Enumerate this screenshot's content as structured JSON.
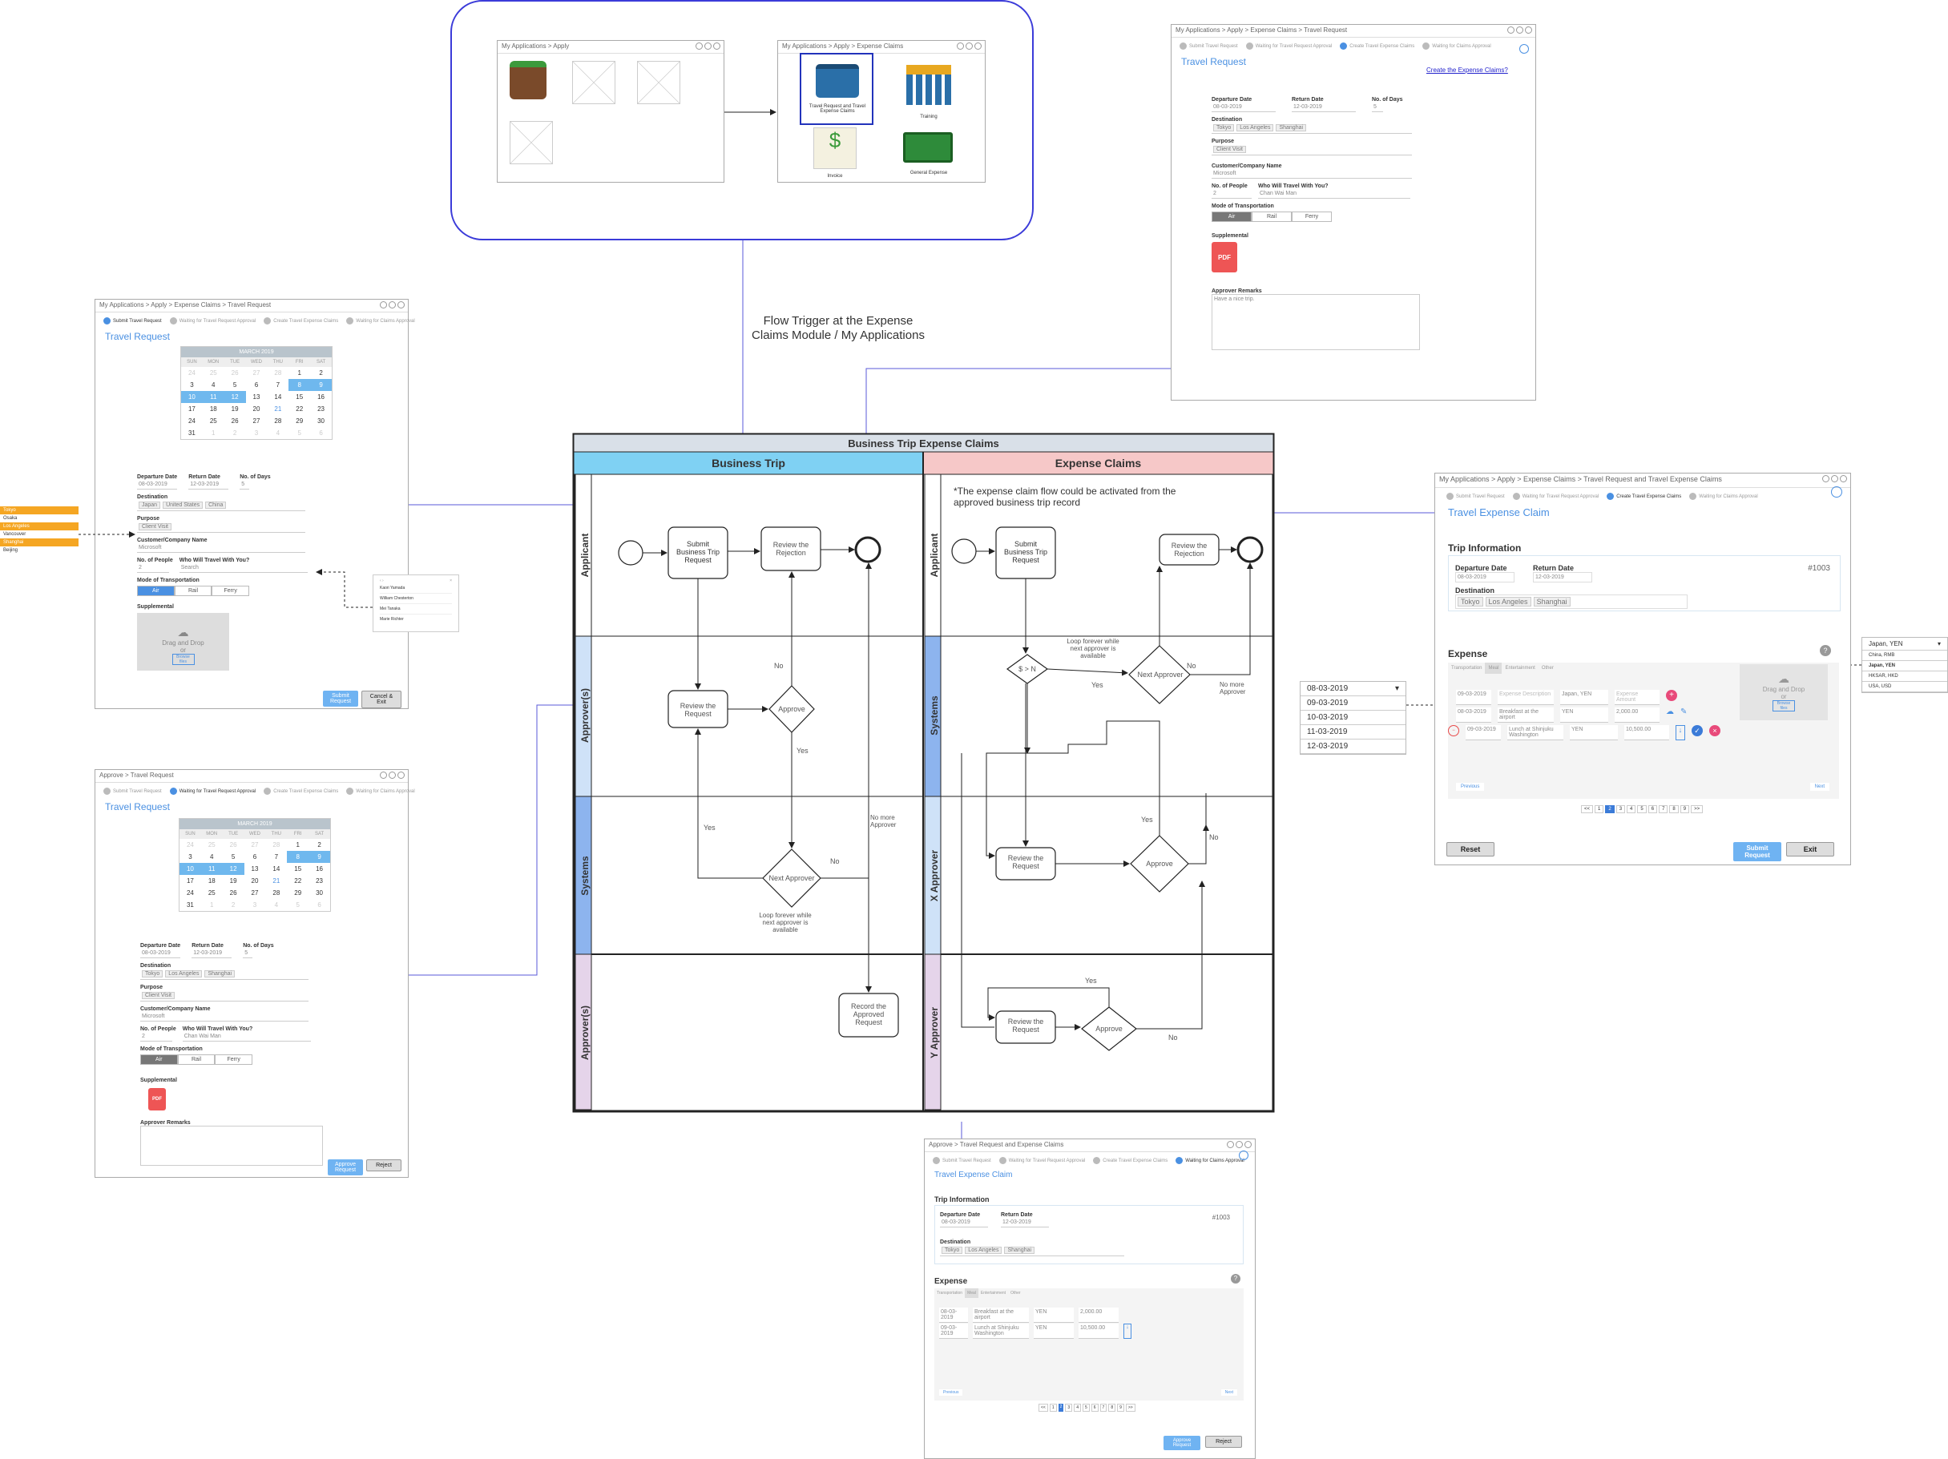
{
  "diagram": {
    "title": "Business Trip Expense Claims",
    "col_left": "Business Trip",
    "col_right": "Expense Claims",
    "note": "*The expense claim flow could be activated from the approved business trip record",
    "flow_trigger": "Flow Trigger at the Expense Claims Module / My Applications",
    "left_lanes": [
      "Applicant",
      "Approver(s)",
      "Systems",
      "Approver(s)"
    ],
    "right_lanes": [
      "Applicant",
      "Systems",
      "X Approver",
      "Y Approver"
    ],
    "left_nodes": {
      "submit": "Submit Business Trip Request",
      "review_rej": "Review the Rejection",
      "review_req": "Review the Request",
      "approve": "Approve",
      "next_app": "Next Approver",
      "record": "Record the Approved Request",
      "loop": "Loop forever while next approver is available"
    },
    "right_nodes": {
      "submit": "Submit Business Trip Request",
      "review_rej": "Review the Rejection",
      "dollar": "$ > N",
      "next_app": "Next Approver",
      "loop": "Loop forever while next approver is available",
      "x_review": "Review the Request",
      "x_approve": "Approve",
      "y_review": "Review the Request",
      "y_approve": "Approve"
    },
    "labels": {
      "no": "No",
      "yes": "Yes",
      "no_more": "No more Approver"
    }
  },
  "apply_group": {
    "left_crumb": "My Applications > Apply",
    "right_crumb": "My Applications > Apply > Expense Claims",
    "items": [
      "Travel Request and Travel Expense Claims",
      "Training",
      "Invoice",
      "General Expense"
    ]
  },
  "steps": [
    "Submit Travel Request",
    "Waiting for Travel Request Approval",
    "Create Travel Expense Claims",
    "Waiting for Claims Approval"
  ],
  "top_form": {
    "crumb": "My Applications > Apply > Expense Claims > Travel Request",
    "title": "Travel Request",
    "link": "Create the Expense Claims?",
    "dep_label": "Departure Date",
    "dep": "08-03-2019",
    "ret_label": "Return Date",
    "ret": "12-03-2019",
    "days_label": "No. of Days",
    "days": "5",
    "dest_label": "Destination",
    "dest": [
      "Tokyo",
      "Los Angeles",
      "Shanghai"
    ],
    "purpose_label": "Purpose",
    "purpose": "Client Visit",
    "cust_label": "Customer/Company Name",
    "cust": "Microsoft",
    "people_label": "No. of People",
    "people": "2",
    "who_label": "Who Will Travel With You?",
    "who": "Chan Wai Man",
    "mode_label": "Mode of Transportation",
    "modes": [
      "Air",
      "Rail",
      "Ferry"
    ],
    "supp_label": "Supplemental",
    "remarks_label": "Approver Remarks",
    "remarks": "Have a nice trip."
  },
  "left_form1": {
    "crumb": "My Applications > Apply > Expense Claims > Travel Request",
    "title": "Travel Request",
    "month": "MARCH 2019",
    "days_hdr": [
      "SUN",
      "MON",
      "TUE",
      "WED",
      "THU",
      "FRI",
      "SAT"
    ],
    "dep": "08-03-2019",
    "ret": "12-03-2019",
    "days": "5",
    "dest": [
      "Japan",
      "United States",
      "China"
    ],
    "purpose": "Client Visit",
    "cust": "Microsoft",
    "people": "2",
    "who": "Search",
    "drag": "Drag and Drop",
    "or": "or",
    "browse": "Browse files",
    "submit": "Submit Request",
    "cancel": "Cancel & Exit",
    "orange": [
      "Tokyo",
      "Osaka",
      "Los Angeles",
      "Vancouver",
      "Shanghai",
      "Beijing"
    ],
    "people_list": [
      "Kaori Yamada",
      "William Chesterton",
      "Mei Tanaka",
      "Marie Richter"
    ]
  },
  "left_form2": {
    "crumb": "Approve > Travel Request",
    "title": "Travel Request",
    "approve": "Approve Request",
    "reject": "Reject"
  },
  "right_form": {
    "crumb": "My Applications > Apply > Expense Claims > Travel Request and Travel Expense Claims",
    "title": "Travel Expense Claim",
    "trip": "Trip Information",
    "num": "#1003",
    "expense": "Expense",
    "tabs": [
      "Transportation",
      "Meal",
      "Entertainment",
      "Other"
    ],
    "rows": [
      {
        "date": "09-03-2019",
        "desc": "Expense Description",
        "cur": "Japan, YEN",
        "amt": "Expense Amount"
      },
      {
        "date": "08-03-2019",
        "desc": "Breakfast at the airport",
        "cur": "YEN",
        "amt": "2,000.00"
      },
      {
        "date": "09-03-2019",
        "desc": "Lunch at Shinjuku Washington",
        "cur": "YEN",
        "amt": "10,500.00"
      }
    ],
    "prev": "Previous",
    "next": "Next",
    "pages": [
      "<<",
      "1",
      "2",
      "3",
      "4",
      "5",
      "6",
      "7",
      "8",
      "9",
      ">>"
    ],
    "reset": "Reset",
    "submit": "Submit Request",
    "exit": "Exit"
  },
  "date_dropdown": {
    "selected": "08-03-2019",
    "options": [
      "09-03-2019",
      "10-03-2019",
      "11-03-2019",
      "12-03-2019"
    ]
  },
  "currency_dropdown": {
    "selected": "Japan, YEN",
    "options": [
      "China, RMB",
      "Japan, YEN",
      "HKSAR, HKD",
      "USA, USD"
    ]
  },
  "bottom_form": {
    "crumb": "Approve > Travel Request and Expense Claims",
    "title": "Travel Expense Claim",
    "approve": "Approve Request",
    "reject": "Reject"
  }
}
